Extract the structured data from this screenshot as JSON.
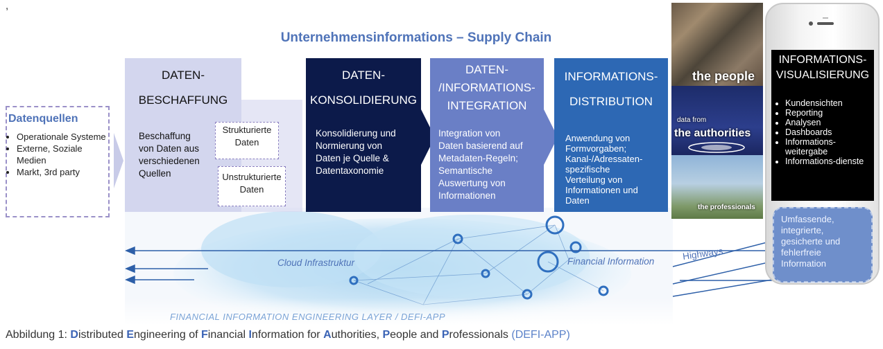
{
  "top_text": ", ",
  "title": "Unternehmensinformations – Supply Chain",
  "source": {
    "heading": "Datenquellen",
    "items": [
      "Operationale Systeme",
      "Externe, Soziale Medien",
      "Markt, 3rd party"
    ]
  },
  "stages": [
    {
      "header_lines": [
        "DATEN-",
        "BESCHAFFUNG"
      ],
      "desc_lines": [
        "Beschaffung",
        "von Daten aus",
        "verschiedenen",
        "Quellen"
      ],
      "sub_boxes": [
        [
          "Strukturierte",
          "Daten"
        ],
        [
          "Unstrukturierte",
          "Daten"
        ]
      ]
    },
    {
      "header_lines": [
        "DATEN-",
        "KONSOLIDIERUNG"
      ],
      "desc_lines": [
        "Konsolidierung und",
        "Normierung von",
        "Daten je Quelle &",
        "Datentaxonomie"
      ]
    },
    {
      "header_lines": [
        "DATEN-",
        "/INFORMATIONS-",
        "INTEGRATION"
      ],
      "desc_lines": [
        "Integration von",
        "Daten basierend auf",
        "Metadaten-Regeln;",
        "Semantische",
        "Auswertung von",
        "Informationen"
      ]
    },
    {
      "header_lines": [
        "INFORMATIONS-",
        "DISTRIBUTION"
      ],
      "desc_lines": [
        "Anwendung von",
        "Formvorgaben;",
        "Kanal-/Adressaten-",
        "spezifische",
        "Verteilung von",
        "Informationen und",
        "Daten"
      ]
    }
  ],
  "people": {
    "label1": "the people",
    "label2_small": "data from",
    "label2": "the authorities",
    "label3": "the professionals"
  },
  "visualization": {
    "header_lines": [
      "INFORMATIONS-",
      "VISUALISIERUNG"
    ],
    "items": [
      "Kundensichten",
      "Reporting",
      "Analysen",
      "Dashboards",
      "Informations-weitergabe",
      "Informations-dienste"
    ]
  },
  "bubble_lines": [
    "Umfassende,",
    "integrierte,",
    "gesicherte und",
    "fehlerfreie",
    "Information"
  ],
  "cloud": {
    "label": "Cloud Infrastruktur",
    "financial": "Financial Information",
    "highways": "Highways",
    "layer": "FINANCIAL INFORMATION ENGINEERING LAYER / DEFI-APP"
  },
  "caption": {
    "prefix": "Abbildung 1: ",
    "parts": [
      {
        "letter": "D",
        "rest": "istributed "
      },
      {
        "letter": "E",
        "rest": "ngineering of "
      },
      {
        "letter": "F",
        "rest": "inancial "
      },
      {
        "letter": "I",
        "rest": "nformation for "
      },
      {
        "letter": "A",
        "rest": "uthorities, "
      },
      {
        "letter": "P",
        "rest": "eople and "
      },
      {
        "letter": "P",
        "rest": "rofessionals "
      }
    ],
    "suffix": "(DEFI-APP)"
  },
  "colors": {
    "accent": "#4f73b8",
    "stage1": "#d3d6ee",
    "stage2": "#0c1a4a",
    "stage3": "#6a7fc6",
    "stage4": "#2d68b4"
  }
}
